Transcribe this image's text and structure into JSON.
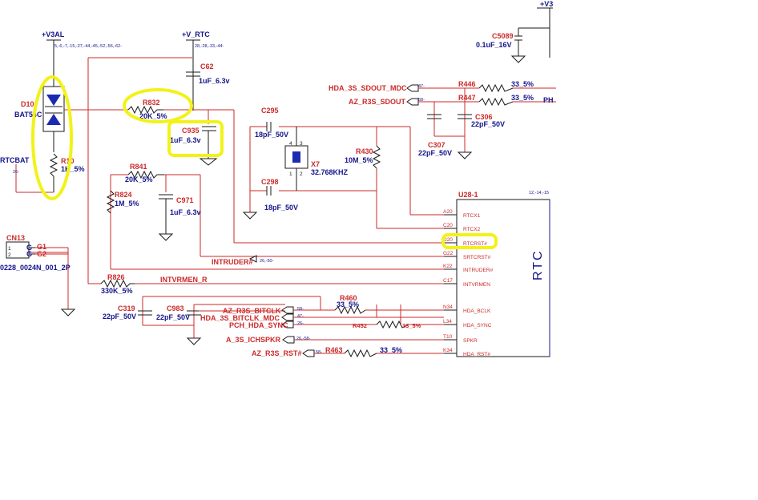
{
  "power": {
    "v3al": "+V3AL",
    "v3al_refs": "5,-6,-7,-15,-27,-44,-45,-52,-56,-62-",
    "vrtc": "+V_RTC",
    "vrtc_refs": "28,-28,-33,-44-",
    "v3_top": "+V3"
  },
  "components": {
    "d_ref": "D10",
    "d_val": "BAT54C",
    "r10_ref": "R10",
    "r10_val": "1K_5%",
    "rtcbat": "RTCBAT",
    "rtcbat_ref": "26-",
    "c62_ref": "C62",
    "c62_val": "1uF_6.3v",
    "r832_ref": "R832",
    "r832_val": "20K_5%",
    "c935_ref": "C935",
    "c935_val": "1uF_6.3v",
    "r841_ref": "R841",
    "r841_val": "20K_5%",
    "r824_ref": "R824",
    "r824_val": "1M_5%",
    "c971_ref": "C971",
    "c971_val": "1uF_6.3v",
    "c295_ref": "C295",
    "c295_val": "18pF_50V",
    "c298_ref": "C298",
    "c298_val": "18pF_50V",
    "x7_ref": "X7",
    "x7_val": "32.768KHZ",
    "r430_ref": "R430",
    "r430_val": "10M_5%",
    "cn13_ref": "CN13",
    "cn13_part": "0228_0024N_001_2P",
    "r826_ref": "R826",
    "r826_val": "330K_5%",
    "c319_ref": "C319",
    "c319_val": "22pF_50V",
    "c983_ref": "C983",
    "c983_val": "22pF_50V",
    "r460_ref": "R460",
    "r460_val": "33_5%",
    "r452_ref": "R452",
    "r452_val": "33_5%",
    "r463_ref": "R463",
    "r463_val": "33_5%",
    "c5089_ref": "C5089",
    "c5089_val": "0.1uF_16V",
    "r446_ref": "R446",
    "r446_val": "33_5%",
    "r447_ref": "R447",
    "r447_val": "33_5%",
    "c306_ref": "C306",
    "c306_val": "22pF_50V",
    "c307_ref": "C307",
    "c307_val": "22pF_50V",
    "u28_ref": "U28-1",
    "u28_refs": "12,-14,-15",
    "u28_name": "RTC",
    "ph": "PH"
  },
  "nets": {
    "hda_sdout_mdc": "HDA_3S_SDOUT_MDC",
    "hda_sdout_mdc_ref": "47-",
    "az_sdout": "AZ_R3S_SDOUT",
    "az_sdout_ref": "58-",
    "intruder": "INTRUDER#",
    "intruder_ref": "26,-50-",
    "intvrmen": "INTVRMEN_R",
    "az_bitclk": "AZ_R3S_BITCLK",
    "az_bitclk_ref": "58-",
    "hda_bitclk_mdc": "HDA_3S_BITCLK_MDC",
    "hda_bitclk_mdc_ref": "47-",
    "pch_sync": "PCH_HDA_SYNC",
    "pch_sync_ref": "26-",
    "spkr": "A_3S_ICHSPKR",
    "spkr_ref": "26,-58-",
    "az_rst": "AZ_R3S_RST#",
    "az_rst_ref": "58-"
  },
  "pins": [
    {
      "num": "A20",
      "name": "RTCX1"
    },
    {
      "num": "C20",
      "name": "RTCX2"
    },
    {
      "num": "D20",
      "name": "RTCRST#"
    },
    {
      "num": "G22",
      "name": "SRTCRST#"
    },
    {
      "num": "K22",
      "name": "INTRUDER#"
    },
    {
      "num": "C17",
      "name": "INTVRMEN"
    },
    {
      "num": "N34",
      "name": "HDA_BCLK"
    },
    {
      "num": "L34",
      "name": "HDA_SYNC"
    },
    {
      "num": "T10",
      "name": "SPKR"
    },
    {
      "num": "K34",
      "name": "HDA_RST#"
    }
  ],
  "colors": {
    "wire": "#cc2a2a",
    "label": "#14148c",
    "highlight": "#f2f21a"
  }
}
